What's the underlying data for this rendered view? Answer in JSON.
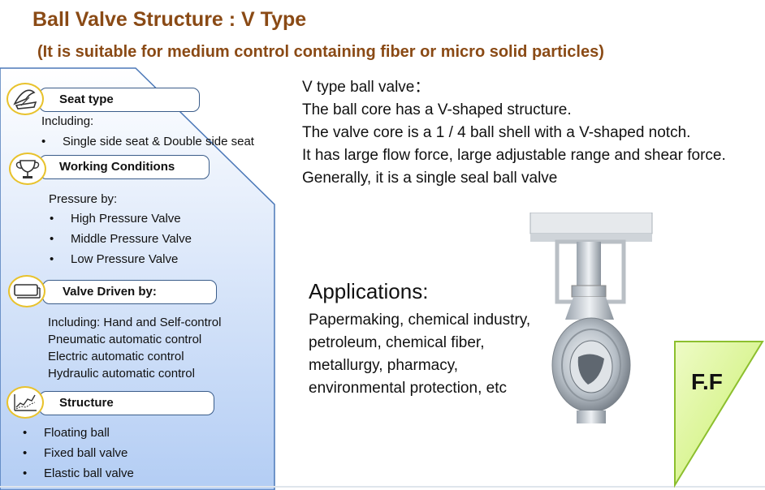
{
  "title": "Ball Valve Structure : V Type",
  "subtitle": "(It is suitable for medium control containing fiber or micro solid particles)",
  "left_panel": {
    "seat_type": {
      "heading": "Seat type",
      "intro": "Including:",
      "items": [
        "Single side seat & Double side seat"
      ]
    },
    "working_conditions": {
      "heading": "Working Conditions",
      "intro": "Pressure by:",
      "items": [
        "High Pressure Valve",
        "Middle Pressure Valve",
        "Low Pressure Valve"
      ]
    },
    "valve_driven": {
      "heading": "Valve Driven by:",
      "lines": [
        "Including:  Hand  and Self-control",
        "Pneumatic automatic control",
        "Electric automatic control",
        "Hydraulic automatic control"
      ]
    },
    "structure": {
      "heading": "Structure",
      "items": [
        "Floating ball",
        "Fixed ball valve",
        "Elastic ball valve"
      ]
    }
  },
  "description": {
    "lines": [
      "V type ball valve：",
      "The ball core has a V-shaped structure.",
      "The valve core is a 1 / 4 ball shell with a V-shaped notch.",
      "It has large flow force, large adjustable range and shear force.",
      "Generally, it is a single seal ball valve"
    ]
  },
  "applications": {
    "heading": "Applications:",
    "text": "Papermaking, chemical industry, petroleum, chemical fiber, metallurgy, pharmacy, environmental protection, etc"
  },
  "logo_text": "F.F",
  "colors": {
    "title": "#8a4a15",
    "panel_top": "#ffffff",
    "panel_bottom": "#b8d0f5",
    "badge_ring": "#e8c22c",
    "logo_green": "#d8f58a"
  },
  "icons": [
    "seat-icon",
    "trophy-icon",
    "pipe-icon",
    "chart-icon"
  ]
}
